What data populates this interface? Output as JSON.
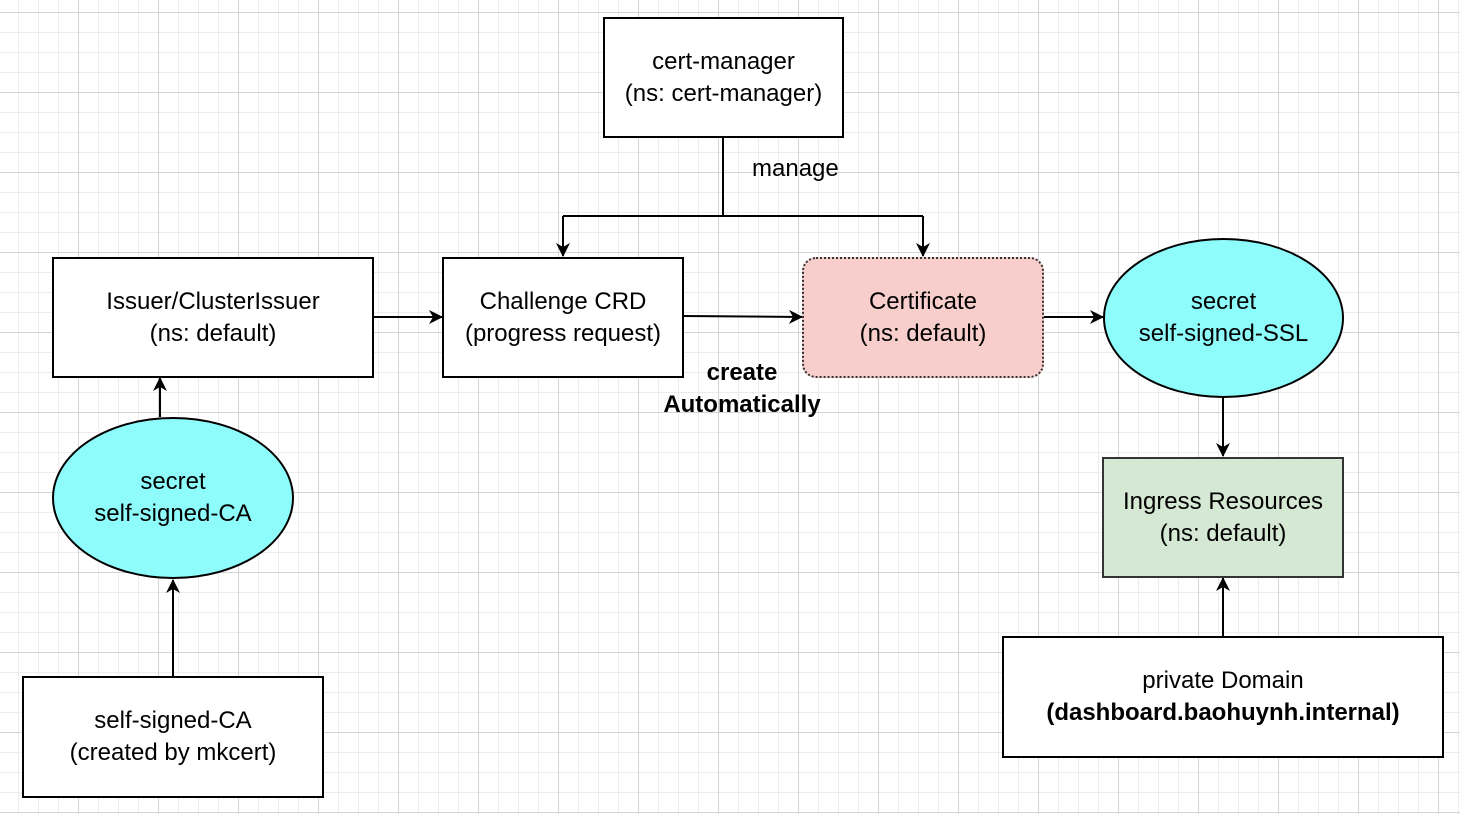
{
  "nodes": {
    "cert_manager": {
      "line1": "cert-manager",
      "line2": "(ns: cert-manager)"
    },
    "issuer": {
      "line1": "Issuer/ClusterIssuer",
      "line2": "(ns: default)"
    },
    "challenge": {
      "line1": "Challenge CRD",
      "line2": "(progress request)"
    },
    "certificate": {
      "line1": "Certificate",
      "line2": "(ns: default)"
    },
    "secret_ssl": {
      "line1": "secret",
      "line2": "self-signed-SSL"
    },
    "secret_ca": {
      "line1": "secret",
      "line2": "self-signed-CA"
    },
    "ingress": {
      "line1": "Ingress Resources",
      "line2": "(ns: default)"
    },
    "self_signed_ca": {
      "line1": "self-signed-CA",
      "line2": "(created by mkcert)"
    },
    "private_domain": {
      "line1": "private Domain",
      "line2": "(dashboard.baohuynh.internal)"
    }
  },
  "edge_labels": {
    "manage": "manage",
    "create_line1": "create",
    "create_line2": "Automatically"
  },
  "colors": {
    "ellipse_fill": "#8ffcfc",
    "certificate_fill": "#f8cecc",
    "ingress_fill": "#d5e8d4",
    "stroke": "#000000"
  }
}
